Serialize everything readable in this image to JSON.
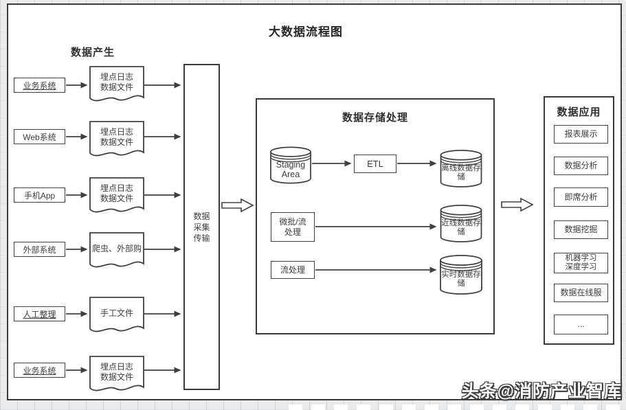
{
  "title": "大数据流程图",
  "sections": {
    "generation": {
      "heading": "数据产生",
      "rows": [
        {
          "source": "业务系统",
          "doc": "埋点日志\n数据文件"
        },
        {
          "source": "Web系统",
          "doc": "埋点日志\n数据文件"
        },
        {
          "source": "手机App",
          "doc": "埋点日志\n数据文件"
        },
        {
          "source": "外部系统",
          "doc": "爬虫、外部购"
        },
        {
          "source": "人工整理",
          "doc": "手工文件"
        },
        {
          "source": "业务系统",
          "doc": "埋点日志\n数据文件"
        }
      ]
    },
    "collection": {
      "label": "数据\n采集\n传输"
    },
    "storage": {
      "heading": "数据存储处理",
      "staging_area": "Staging\nArea",
      "etl": "ETL",
      "offline_store": "离线数据存储",
      "micro_batch": "微批/流\n处理",
      "nearline_store": "近线数据存储",
      "stream": "流处理",
      "realtime_store": "实时数据存储"
    },
    "application": {
      "heading": "数据应用",
      "items": [
        {
          "label": "报表展示"
        },
        {
          "label": "数据分析"
        },
        {
          "label": "即席分析"
        },
        {
          "label": "数据挖掘"
        },
        {
          "label": "机器学习\n深度学习"
        },
        {
          "label": "数据在线服"
        },
        {
          "label": "..."
        }
      ]
    }
  },
  "watermark": "头条@消防产业智库",
  "colors": {
    "stroke": "#404040",
    "text": "#3d3d3d",
    "canvas": "#ffffff",
    "outer": "#e9ebed"
  }
}
